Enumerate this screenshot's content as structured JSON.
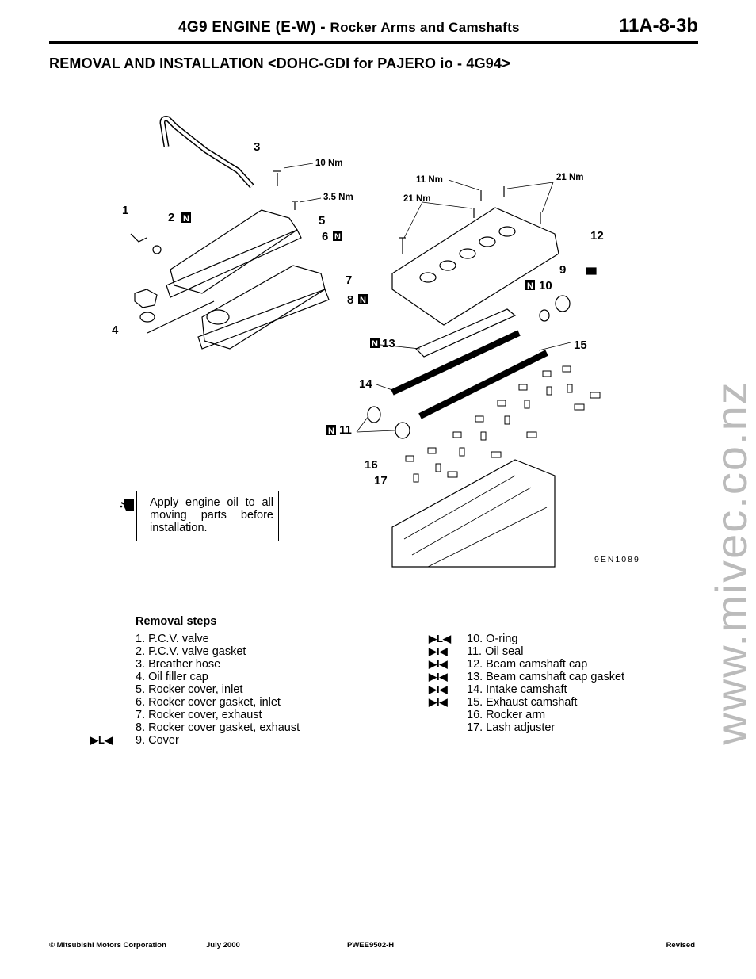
{
  "header": {
    "title_main": "4G9 ENGINE (E-W)",
    "title_sep": " - ",
    "title_sub": "Rocker Arms and Camshafts",
    "page_number": "11A-8-3b"
  },
  "section_title": "REMOVAL AND INSTALLATION <DOHC-GDI for PAJERO io - 4G94>",
  "diagram": {
    "code": "9EN1089",
    "callouts": [
      "1",
      "2",
      "3",
      "4",
      "5",
      "6",
      "7",
      "8",
      "9",
      "10",
      "11",
      "12",
      "13",
      "14",
      "15",
      "16",
      "17"
    ],
    "torques": {
      "t1": "10 Nm",
      "t2": "3.5 Nm",
      "t3": "11 Nm",
      "t4": "21 Nm",
      "t5": "21 Nm"
    },
    "new_part_mark": "N"
  },
  "note": {
    "text": "Apply engine oil to all moving parts before installation."
  },
  "removal_steps": {
    "title": "Removal steps",
    "col1": [
      {
        "mark": "",
        "text": "1. P.C.V. valve"
      },
      {
        "mark": "",
        "text": "2. P.C.V. valve gasket"
      },
      {
        "mark": "",
        "text": "3. Breather hose"
      },
      {
        "mark": "",
        "text": "4. Oil filler cap"
      },
      {
        "mark": "",
        "text": "5. Rocker cover, inlet"
      },
      {
        "mark": "",
        "text": "6. Rocker cover gasket, inlet"
      },
      {
        "mark": "",
        "text": "7. Rocker cover, exhaust"
      },
      {
        "mark": "",
        "text": "8. Rocker cover gasket, exhaust"
      },
      {
        "mark": "▶L◀",
        "text": "9. Cover"
      }
    ],
    "col2": [
      {
        "mark": "▶L◀",
        "text": "10. O-ring"
      },
      {
        "mark": "▶I◀",
        "text": "11. Oil seal"
      },
      {
        "mark": "▶I◀",
        "text": "12. Beam camshaft cap"
      },
      {
        "mark": "▶I◀",
        "text": "13. Beam camshaft cap gasket"
      },
      {
        "mark": "▶I◀",
        "text": "14. Intake camshaft"
      },
      {
        "mark": "▶I◀",
        "text": "15. Exhaust camshaft"
      },
      {
        "mark": "",
        "text": "16. Rocker arm"
      },
      {
        "mark": "",
        "text": "17. Lash adjuster"
      }
    ]
  },
  "footer": {
    "copyright": "© Mitsubishi Motors Corporation",
    "date": "July 2000",
    "doc_code": "PWEE9502-H",
    "status": "Revised"
  },
  "watermark": "www.mivec.co.nz"
}
